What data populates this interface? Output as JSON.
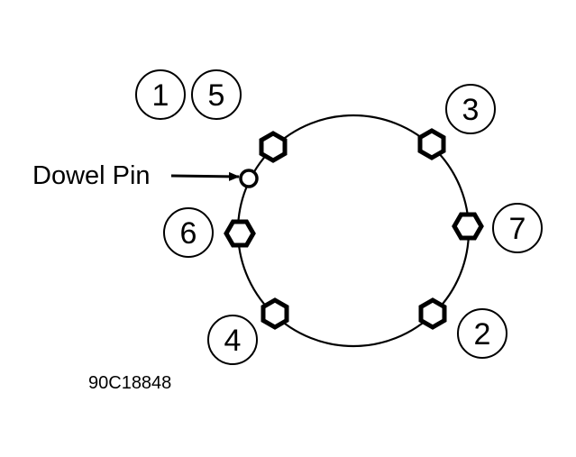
{
  "diagram": {
    "dowel_label": "Dowel Pin",
    "figure_code": "90C18848",
    "bolt_sequence": [
      "1",
      "2",
      "3",
      "4",
      "5",
      "6",
      "7"
    ],
    "legend_numbers": [
      "1",
      "5"
    ],
    "bolt_callouts": {
      "b3": "3",
      "b6": "6",
      "b7": "7",
      "b4": "4",
      "b2": "2"
    },
    "colors": {
      "line": "#000000",
      "background": "#ffffff"
    }
  }
}
